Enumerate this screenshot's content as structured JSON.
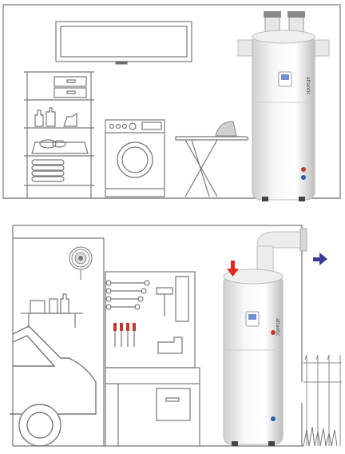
{
  "top_panel": {
    "scene": "utility room",
    "heater": {
      "brand": "atlantic"
    },
    "icons": [
      "air-conditioner-icon",
      "shelf-unit-icon",
      "washing-machine-icon",
      "ironing-board-icon",
      "iron-icon",
      "heat-pump-water-heater-icon"
    ]
  },
  "bottom_panel": {
    "scene": "garage",
    "heater": {
      "brand": "atlantic"
    },
    "airflow": {
      "intake_color": "#e02a1e",
      "exhaust_color": "#3a3a8f"
    },
    "icons": [
      "wall-fan-icon",
      "shelf-icon",
      "tool-board-icon",
      "workbench-icon",
      "car-icon",
      "heat-pump-water-heater-icon",
      "duct-icon",
      "fence-icon",
      "arrow-down-icon",
      "arrow-right-icon"
    ]
  },
  "colors": {
    "line": "#6e6e6e",
    "heater_body": "#f4f4f4",
    "heater_shade": "#d9d9d9"
  }
}
